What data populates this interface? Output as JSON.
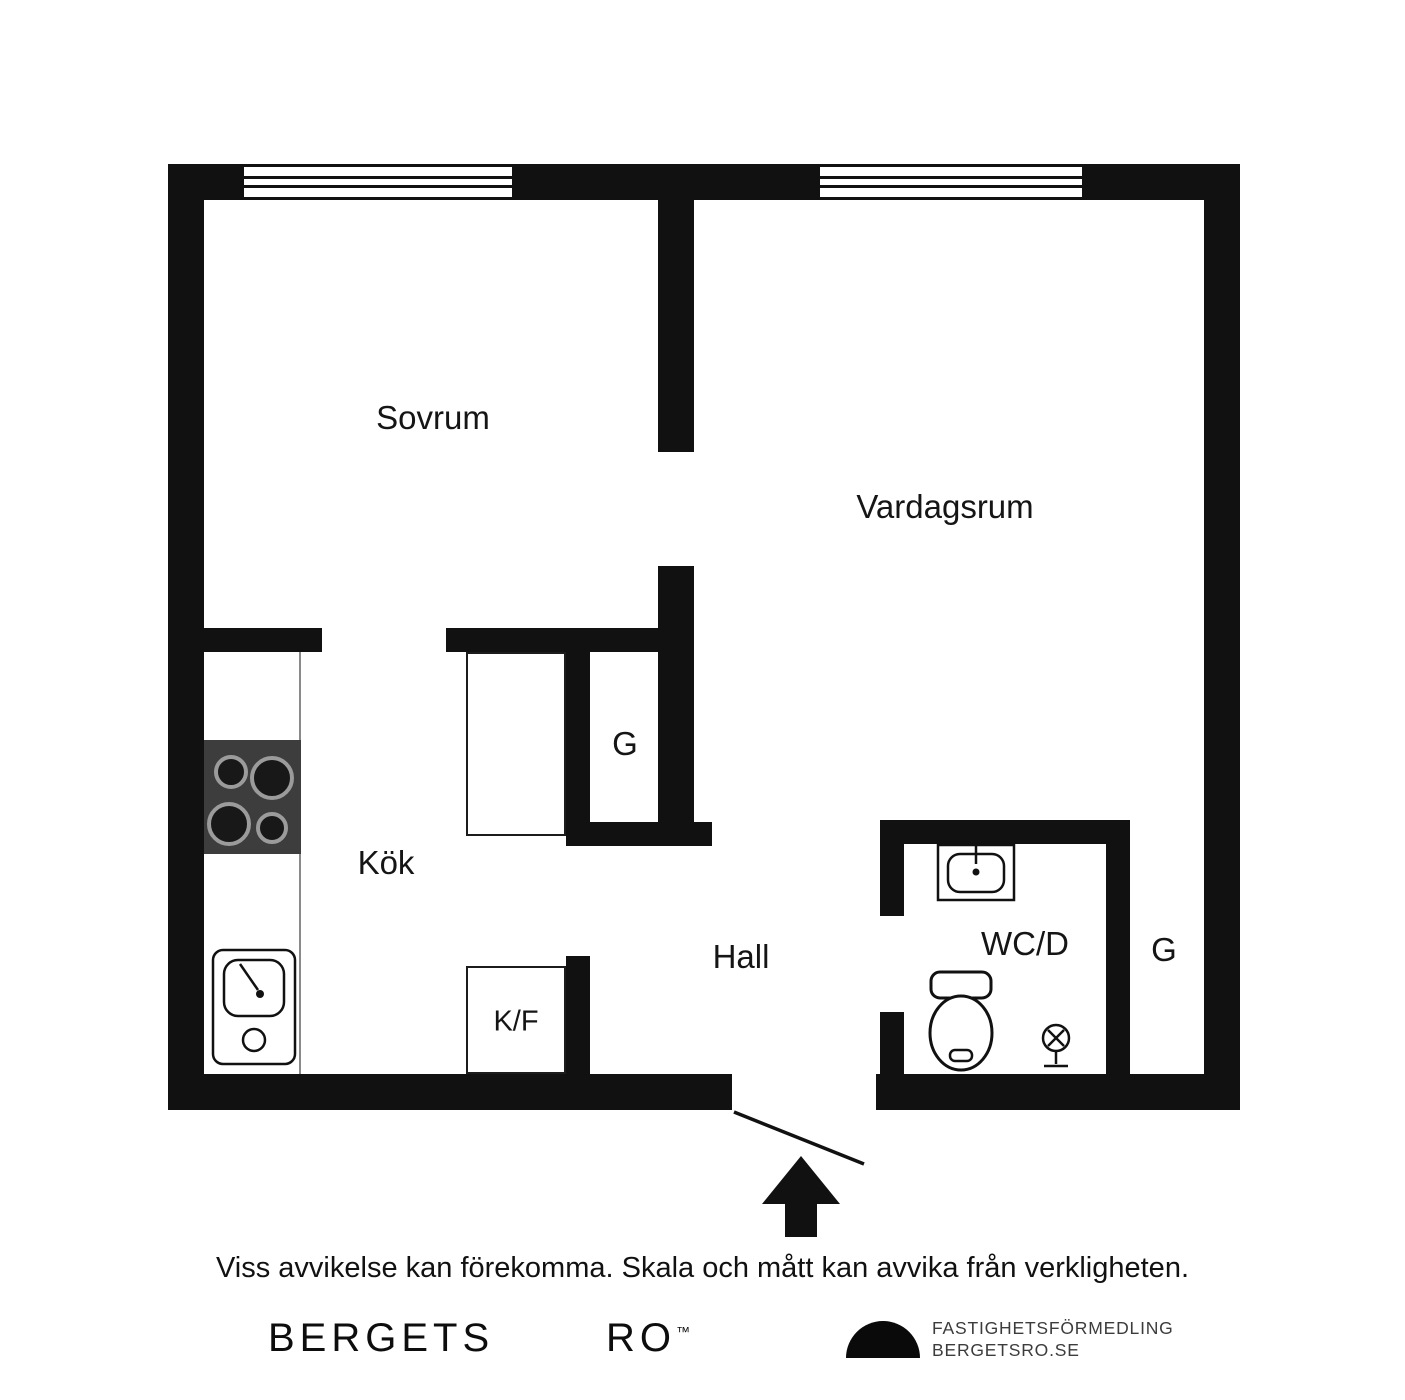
{
  "floorplan": {
    "rooms": {
      "bedroom": "Sovrum",
      "living_room": "Vardagsrum",
      "kitchen": "Kök",
      "hall": "Hall",
      "wc_shower": "WC/D",
      "closet_hall": "G",
      "closet_right": "G",
      "fridge_freezer": "K/F"
    },
    "fixtures": [
      "window",
      "window",
      "stove",
      "kitchen-sink",
      "wardrobe",
      "fridge-freezer",
      "bathroom-sink",
      "toilet",
      "floor-drain",
      "entrance-door",
      "entrance-arrow"
    ],
    "disclaimer": "Viss avvikelse kan förekomma. Skala och mått kan avvika från verkligheten."
  },
  "branding": {
    "wordmark_left": "BERGETS",
    "wordmark_right": "RO",
    "trademark": "™",
    "agency_line1": "FASTIGHETSFÖRMEDLING",
    "agency_line2": "BERGETSRO.SE"
  },
  "colors": {
    "wall": "#111111",
    "background": "#ffffff"
  }
}
